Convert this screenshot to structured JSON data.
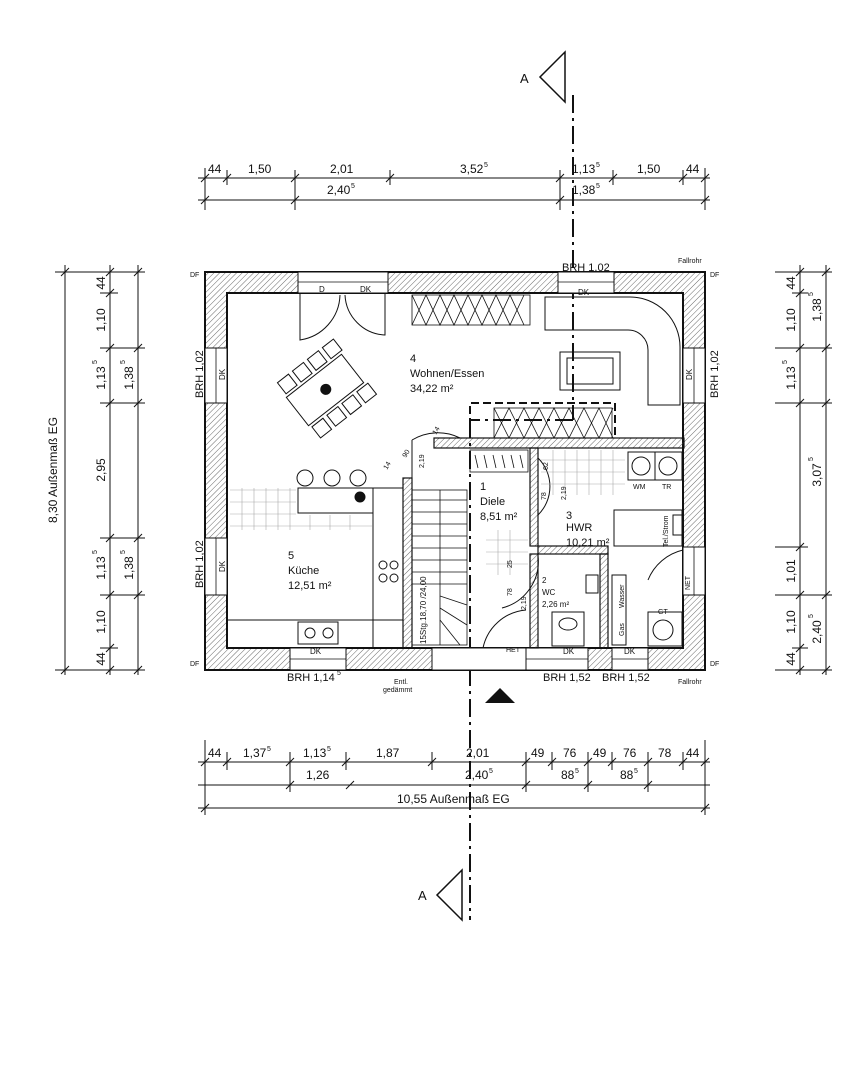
{
  "section": {
    "letter": "A"
  },
  "dims_top": {
    "row1": [
      "44",
      "1,50",
      "2,01",
      "3,52",
      "1,13",
      "1,50",
      "44"
    ],
    "row1_sup": {
      "d3": "5",
      "d4": "5"
    },
    "row2": [
      "2,40",
      "1,38"
    ],
    "row2_sup": {
      "a": "5",
      "b": "5"
    }
  },
  "dims_bottom": {
    "row1": [
      "44",
      "1,37",
      "1,13",
      "1,87",
      "2,01",
      "49",
      "76",
      "49",
      "76",
      "78",
      "44"
    ],
    "row1_sup": {
      "d1": "5",
      "d2": "5"
    },
    "row2": [
      "1,26",
      "2,40",
      "88",
      "88"
    ],
    "row2_sup": {
      "a": "5",
      "b": "5",
      "c": "5"
    },
    "total": "10,55 Außenmaß EG"
  },
  "dims_left": {
    "total": "8,30 Außenmaß EG",
    "row1": [
      "44",
      "1,10",
      "1,13",
      "2,95",
      "1,13",
      "1,10",
      "44"
    ],
    "row1_sup": {
      "a": "5",
      "b": "5"
    },
    "row2": [
      "1,38",
      "1,38"
    ],
    "row2_sup": {
      "a": "5",
      "b": "5"
    }
  },
  "dims_right": {
    "row1": [
      "44",
      "1,10",
      "1,13",
      "1,01",
      "1,10",
      "44"
    ],
    "row1_sup": {
      "a": "5"
    },
    "row2": [
      "1,38",
      "3,07",
      "2,40"
    ],
    "row2_sup": {
      "a": "5",
      "b": "5",
      "c": "5"
    }
  },
  "rooms": [
    {
      "num": "4",
      "name": "Wohnen/Essen",
      "area": "34,22 m²"
    },
    {
      "num": "5",
      "name": "Küche",
      "area": "12,51 m²"
    },
    {
      "num": "1",
      "name": "Diele",
      "area": "8,51 m²"
    },
    {
      "num": "3",
      "name": "HWR",
      "area": "10,21 m²"
    },
    {
      "num": "2",
      "name": "WC",
      "area": "2,26 m²"
    }
  ],
  "labels": {
    "df": "DF",
    "fallrohr": "Fallrohr",
    "d": "D",
    "dk": "DK",
    "brh_102": "BRH 1,02",
    "brh_1145": "BRH 1,14",
    "brh_1145_sup": "5",
    "brh_152": "BRH 1,52",
    "stairs": "15Stg.18,70 /24,00",
    "stair_14": "14",
    "stair_90": "90",
    "stair_219": "2,19",
    "d_62": "62",
    "d_78": "78",
    "d_25": "25",
    "entl1": "Entl.",
    "entl2": "gedämmt",
    "het": "HET",
    "wm": "WM",
    "tr": "TR",
    "telstrom": "Tel./Strom",
    "net": "NET",
    "gt": "GT",
    "wasser": "Wasser",
    "gas": "Gas"
  }
}
